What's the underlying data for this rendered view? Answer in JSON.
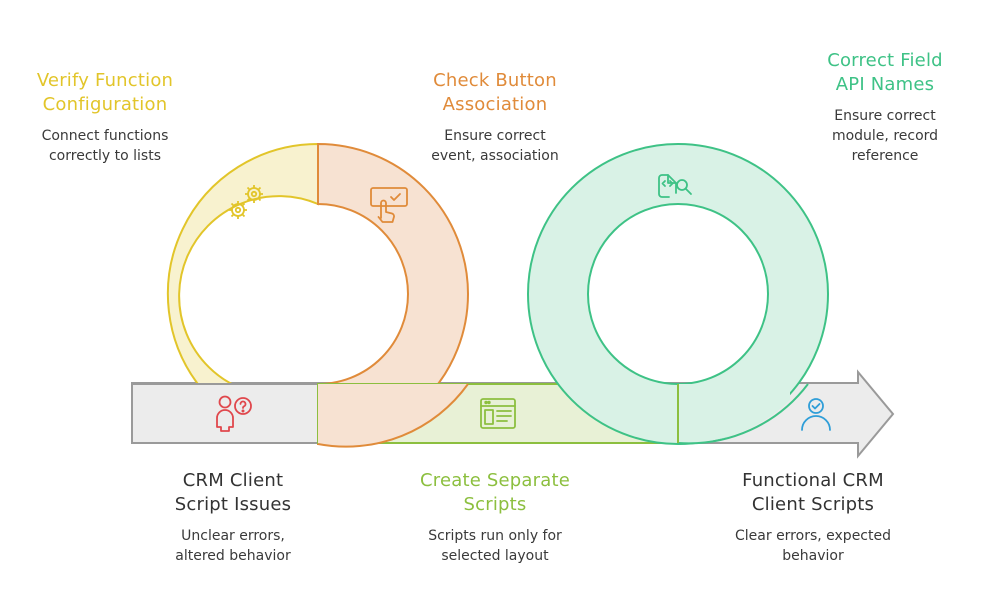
{
  "colors": {
    "yellow": "#e2c52a",
    "orange": "#e08b3a",
    "green": "#3ec286",
    "lime": "#8cbf3f",
    "red": "#e0474c",
    "blue": "#2f9ed8",
    "gray": "#999999"
  },
  "icons": {
    "verify": "gears-icon",
    "button": "touch-screen-icon",
    "field": "code-file-search-icon",
    "issues": "person-question-icon",
    "separate": "browser-window-icon",
    "functional": "person-check-icon"
  },
  "steps": {
    "verify": {
      "title_1": "Verify Function",
      "title_2": "Configuration",
      "desc_1": "Connect functions",
      "desc_2": "correctly to lists"
    },
    "button": {
      "title_1": "Check Button",
      "title_2": "Association",
      "desc_1": "Ensure correct",
      "desc_2": "event, association"
    },
    "field": {
      "title_1": "Correct Field",
      "title_2": "API Names",
      "desc_1": "Ensure correct",
      "desc_2": "module, record",
      "desc_3": "reference"
    },
    "issues": {
      "title_1": "CRM Client",
      "title_2": "Script Issues",
      "desc_1": "Unclear errors,",
      "desc_2": "altered behavior"
    },
    "separate": {
      "title_1": "Create Separate",
      "title_2": "Scripts",
      "desc_1": "Scripts run only for",
      "desc_2": "selected layout"
    },
    "functional": {
      "title_1": "Functional CRM",
      "title_2": "Client Scripts",
      "desc_1": "Clear errors, expected",
      "desc_2": "behavior"
    }
  }
}
